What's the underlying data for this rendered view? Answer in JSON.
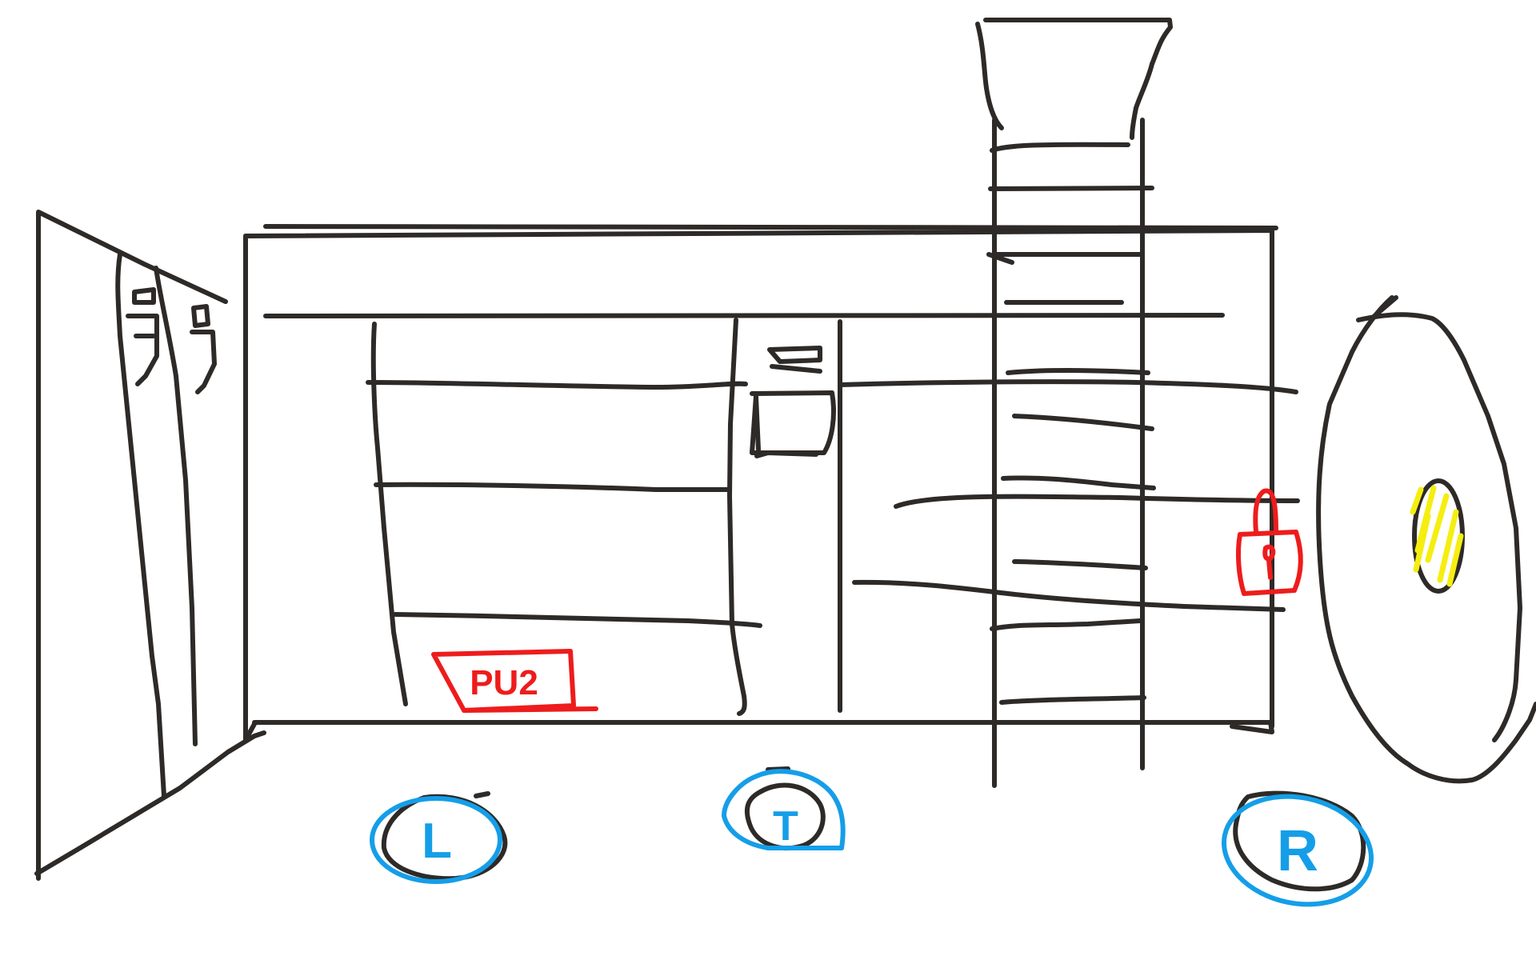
{
  "colors": {
    "ink": "#2d2a28",
    "accent_red": "#ee1c1c",
    "accent_blue": "#159ee8",
    "highlight_yellow": "#f5ee10",
    "background": "#ffffff"
  },
  "puzzle_label": "PU2",
  "nav": {
    "left": "L",
    "top": "T",
    "right": "R"
  },
  "icons": [
    "door-icon",
    "ladder-icon",
    "padlock-icon",
    "portal-icon",
    "box-icon"
  ]
}
